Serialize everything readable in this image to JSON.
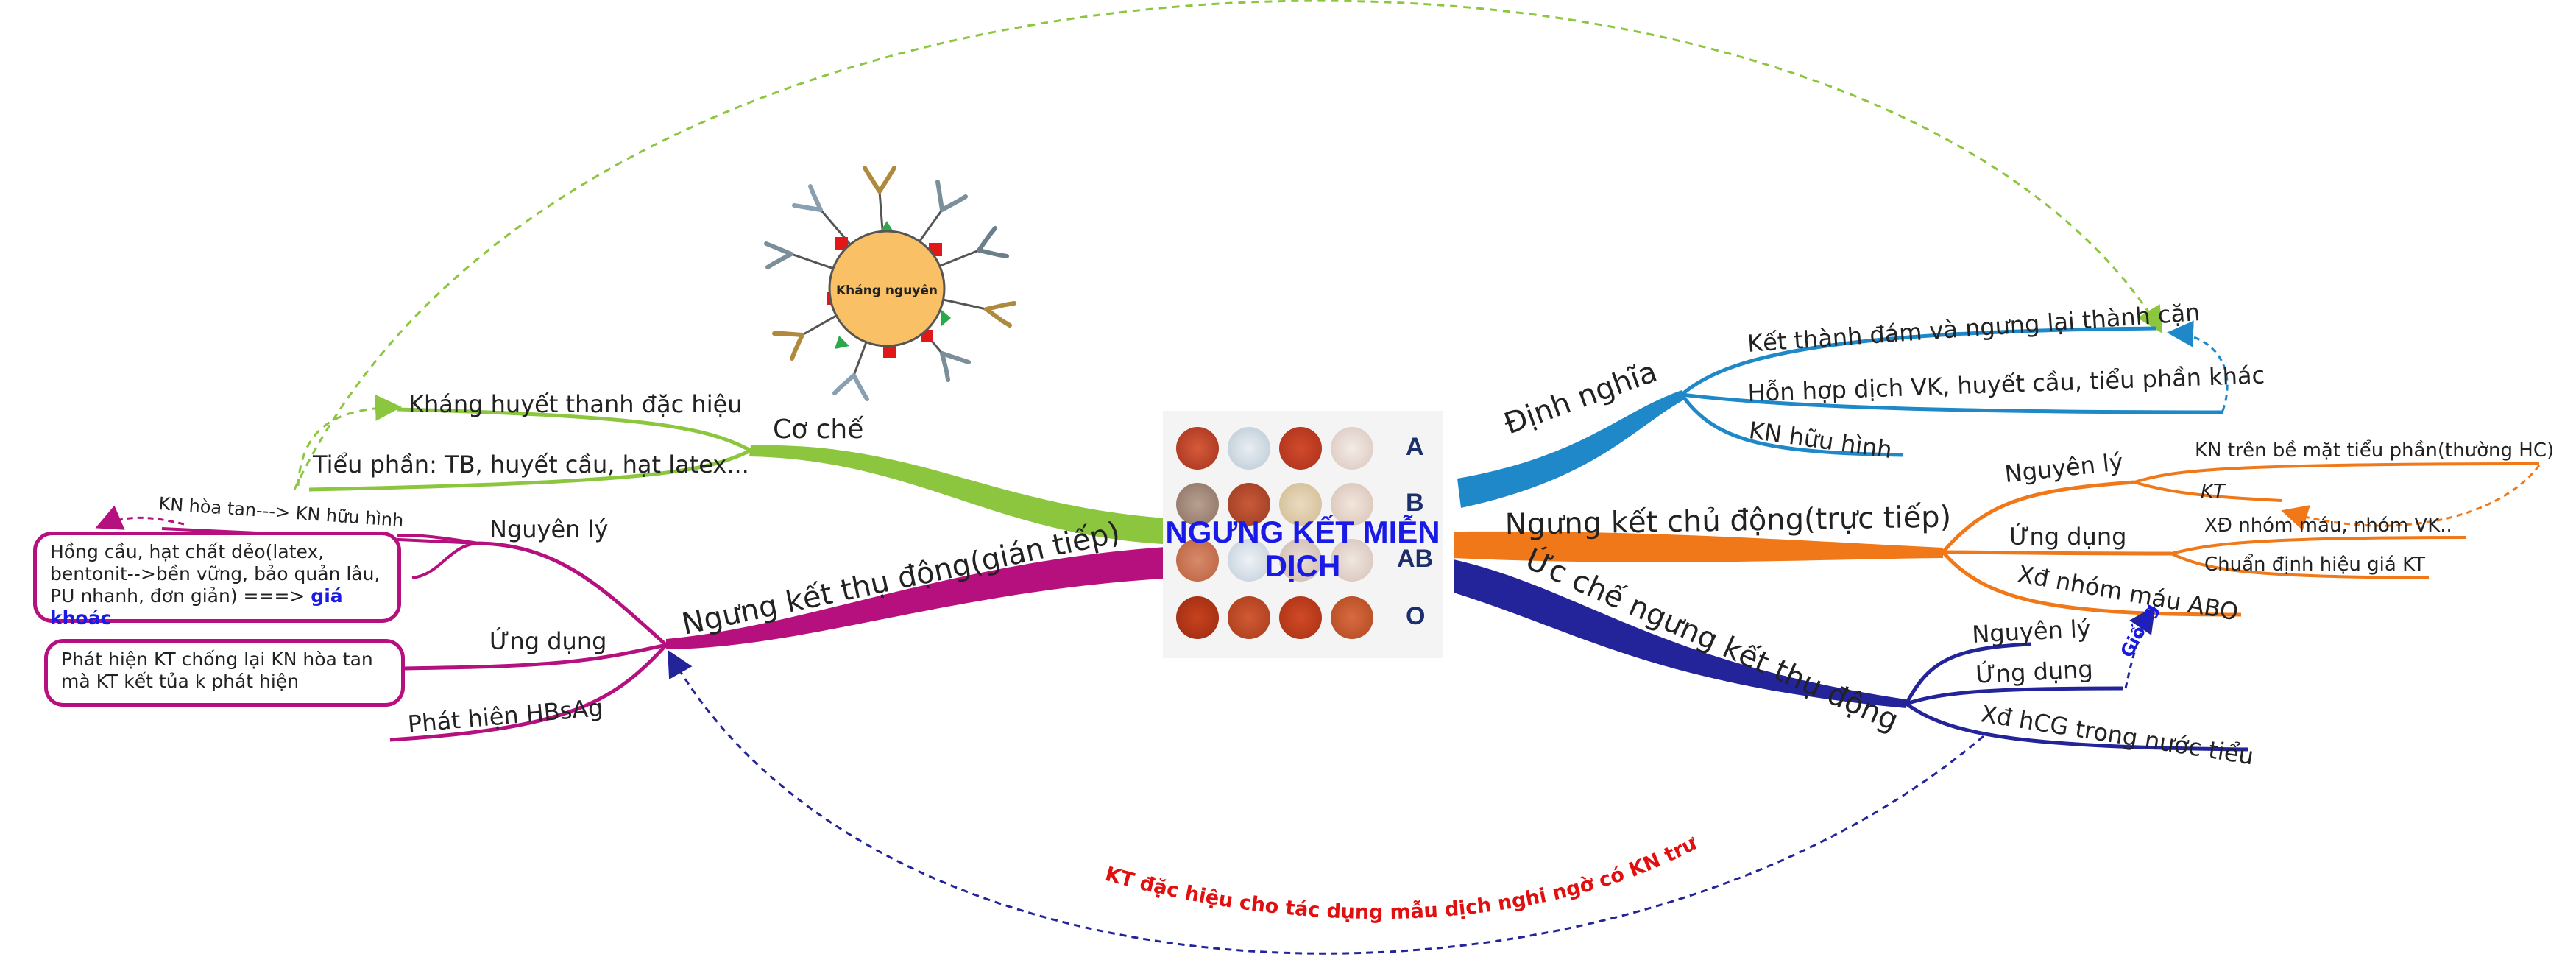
{
  "center": {
    "title": "NGƯNG KẾT MIỄN DỊCH",
    "blood_labels": [
      "A",
      "B",
      "AB",
      "O"
    ]
  },
  "antigen_image": {
    "label": "Kháng nguyên"
  },
  "branches": {
    "co_che": {
      "title": "Cơ chế",
      "items": [
        "Kháng huyết thanh đặc hiệu",
        "Tiểu phần: TB, huyết cầu, hạt latex..."
      ]
    },
    "thu_dong": {
      "title": "Ngưng kết thụ động(gián tiếp)",
      "top_note": "KN hòa tan---> KN hữu hình",
      "nguyen_ly": "Nguyên lý",
      "nguyen_ly_box_lines": [
        "Hồng cầu, hạt chất dẻo(latex,",
        "bentonit-->bền vững, bảo quản lâu,",
        "PU nhanh, đơn giản) ===> "
      ],
      "nguyen_ly_box_highlight": "giá khoác",
      "ung_dung": "Ứng dụng",
      "ung_dung_box_lines": [
        "Phát hiện KT chống lại KN hòa tan",
        "mà KT kết tủa k phát hiện"
      ],
      "phat_hien": "Phát hiện HBsAg"
    },
    "dinh_nghia": {
      "title": "Định nghĩa",
      "items": [
        "Kết thành đám và ngưng lại thành cặn",
        "Hỗn hợp dịch VK, huyết cầu, tiểu phần khác",
        "KN hữu hình"
      ]
    },
    "chu_dong": {
      "title": "Ngưng kết chủ động(trực tiếp)",
      "nguyen_ly": "Nguyên lý",
      "nguyen_ly_items": [
        "KN trên bề mặt tiểu phần(thường HC)",
        "KT"
      ],
      "ung_dung": "Ứng dụng",
      "ung_dung_items": [
        "XĐ nhóm máu, nhóm VK..",
        "Chuẩn định hiệu giá KT"
      ],
      "xd_nhom_mau": "Xđ nhóm máu ABO"
    },
    "uc_che": {
      "title": "Ức chế ngưng kết thụ động",
      "nguyen_ly": "Nguyên lý",
      "ung_dung": "Ứng dụng",
      "xd_hcg": "Xđ hCG trong nước tiểu"
    }
  },
  "relations": {
    "giong": "Giống",
    "bottom": "KT đặc hiệu cho tác dụng mẫu dịch nghi ngờ có KN trước"
  },
  "colors": {
    "green": "#8cc63f",
    "magenta": "#b5107e",
    "blue": "#1e88c8",
    "orange": "#f07818",
    "navy": "#24249a",
    "title": "#1a1ae6",
    "red": "#e01010"
  }
}
